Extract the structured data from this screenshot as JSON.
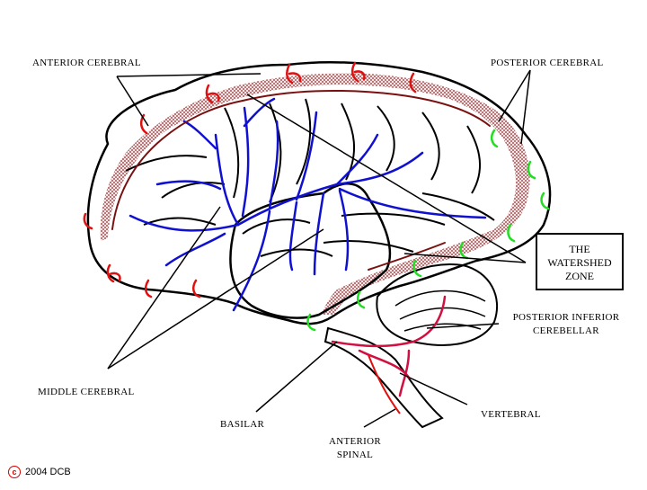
{
  "labels": {
    "anterior_cerebral": "ANTERIOR CEREBRAL",
    "posterior_cerebral": "POSTERIOR CEREBRAL",
    "watershed_line1": "THE",
    "watershed_line2": "WATERSHED",
    "watershed_line3": "ZONE",
    "posterior_inferior_line1": "POSTERIOR INFERIOR",
    "posterior_inferior_line2": "CEREBELLAR",
    "middle_cerebral": "MIDDLE CEREBRAL",
    "basilar": "BASILAR",
    "vertebral": "VERTEBRAL",
    "anterior_spinal_line1": "ANTERIOR",
    "anterior_spinal_line2": "SPINAL"
  },
  "copyright": {
    "symbol": "c",
    "text": "2004 DCB"
  },
  "colors": {
    "anterior": "#e01010",
    "posterior": "#22dd22",
    "middle": "#1010d0",
    "watershed": "#8a2a2a",
    "vessel_dark": "#7a1010",
    "vessel_red": "#d01040"
  }
}
